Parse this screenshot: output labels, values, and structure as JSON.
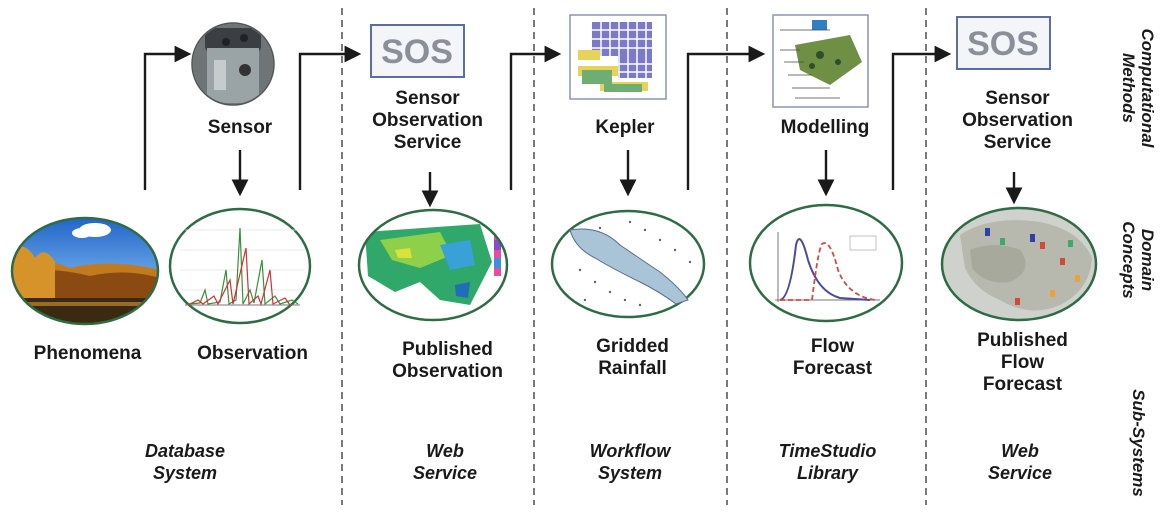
{
  "row_labels": {
    "computational_methods": "Computational\nMethods",
    "domain_concepts": "Domain\nConcepts",
    "sub_systems": "Sub-Systems"
  },
  "methods": {
    "sensor": "Sensor",
    "sos_1": "Sensor\nObservation\nService",
    "kepler": "Kepler",
    "modelling": "Modelling",
    "sos_2": "Sensor\nObservation\nService"
  },
  "sos_logo_text": "SOS",
  "concepts": {
    "phenomena": "Phenomena",
    "observation": "Observation",
    "published_observation": "Published\nObservation",
    "gridded_rainfall": "Gridded\nRainfall",
    "flow_forecast": "Flow\nForecast",
    "published_flow_forecast": "Published\nFlow\nForecast"
  },
  "subsystems": {
    "database": "Database\nSystem",
    "web_service_1": "Web\nService",
    "workflow": "Workflow\nSystem",
    "timestudio": "TimeStudio\nLibrary",
    "web_service_2": "Web\nService"
  },
  "colors": {
    "line": "#1a1a1a",
    "ellipse_border": "#2f6b45",
    "logo_border": "#5a6fa0",
    "logo_text": "#8a8f99"
  }
}
